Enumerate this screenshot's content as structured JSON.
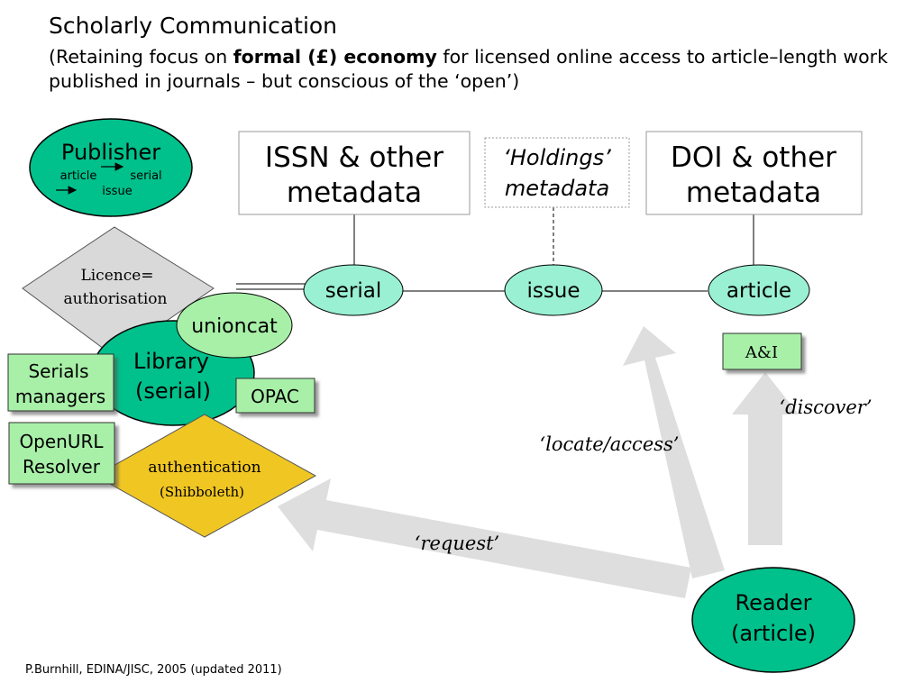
{
  "title": "Scholarly Communication",
  "subtitle": {
    "before": "(Retaining focus on ",
    "bold": "formal (£) economy",
    "after": " for licensed online access to article–length work published in journals – but conscious of the ‘open’)"
  },
  "nodes": {
    "publisher": {
      "label": "Publisher",
      "sub_article": "article",
      "sub_serial": "serial",
      "sub_issue": "issue"
    },
    "issn_box": {
      "line1": "ISSN & other",
      "line2": "metadata"
    },
    "holdings_box": {
      "line1": "‘Holdings’",
      "line2": "metadata"
    },
    "doi_box": {
      "line1": "DOI & other",
      "line2": "metadata"
    },
    "licence": {
      "line1": "Licence=",
      "line2": "authorisation"
    },
    "serial": "serial",
    "issue": "issue",
    "article": "article",
    "unioncat": "unioncat",
    "library": {
      "line1": "Library",
      "line2": "(serial)"
    },
    "serials_managers": {
      "line1": "Serials",
      "line2": "managers"
    },
    "opac": "OPAC",
    "openurl": {
      "line1": "OpenURL",
      "line2": "Resolver"
    },
    "authentication": {
      "line1": "authentication",
      "line2": "(Shibboleth)"
    },
    "ai": "A&I",
    "reader": {
      "line1": "Reader",
      "line2": "(article)"
    }
  },
  "arrow_labels": {
    "discover": "‘discover’",
    "locate": "‘locate/access’",
    "request": "‘request’"
  },
  "colors": {
    "teal": "#00c08b",
    "mint": "#99f0d2",
    "light_green": "#a8f0a8",
    "diamond_grey": "#d9d9d9",
    "diamond_gold": "#f0c623",
    "arrow_grey": "#dedede"
  },
  "footer": "P.Burnhill, EDINA/JISC, 2005 (updated 2011)"
}
